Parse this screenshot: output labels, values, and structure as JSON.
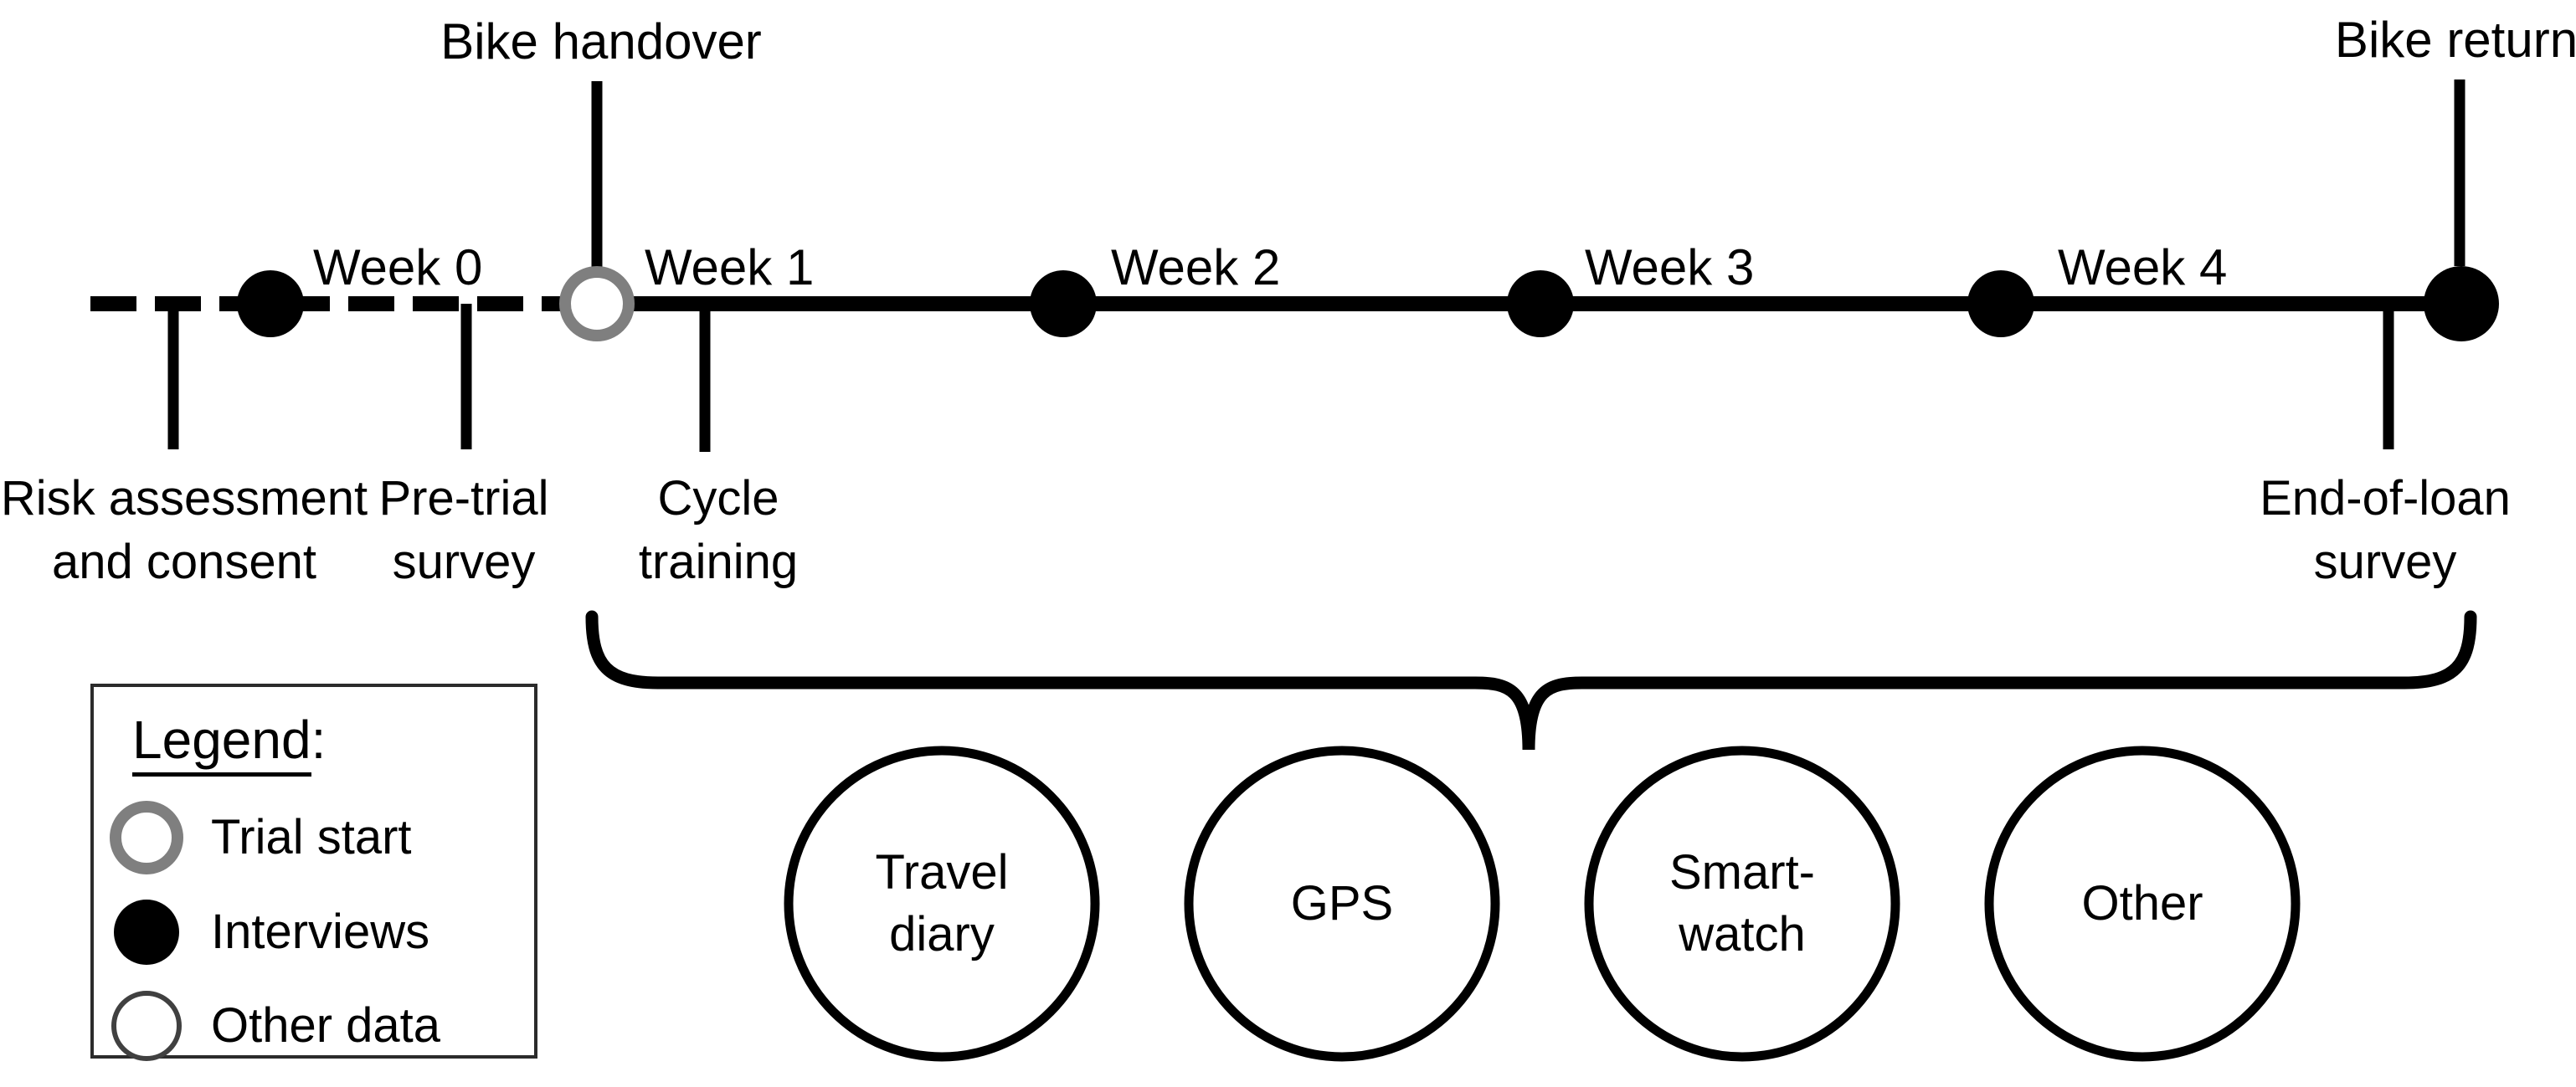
{
  "colors": {
    "black": "#000000",
    "gray": "#7f7f7f",
    "background": "#ffffff"
  },
  "timeline": {
    "top_labels": {
      "handover": "Bike handover",
      "return": "Bike return"
    },
    "weeks": [
      {
        "label": "Week 0"
      },
      {
        "label": "Week 1"
      },
      {
        "label": "Week 2"
      },
      {
        "label": "Week 3"
      },
      {
        "label": "Week 4"
      }
    ],
    "events": [
      {
        "line1": "Risk assessment",
        "line2": "and consent"
      },
      {
        "line1": "Pre-trial",
        "line2": "survey"
      },
      {
        "line1": "Cycle",
        "line2": "training"
      },
      {
        "line1": "End-of-loan",
        "line2": "survey"
      }
    ]
  },
  "legend": {
    "title": "Legend",
    "colon": ":",
    "items": [
      {
        "label": "Trial start",
        "marker": "gray-open-circle"
      },
      {
        "label": "Interviews",
        "marker": "black-filled-dot"
      },
      {
        "label": "Other data",
        "marker": "thin-open-circle"
      }
    ]
  },
  "data_collection": {
    "circles": [
      {
        "line1": "Travel",
        "line2": "diary"
      },
      {
        "line1": "GPS"
      },
      {
        "line1": "Smart-",
        "line2": "watch"
      },
      {
        "line1": "Other"
      }
    ]
  }
}
